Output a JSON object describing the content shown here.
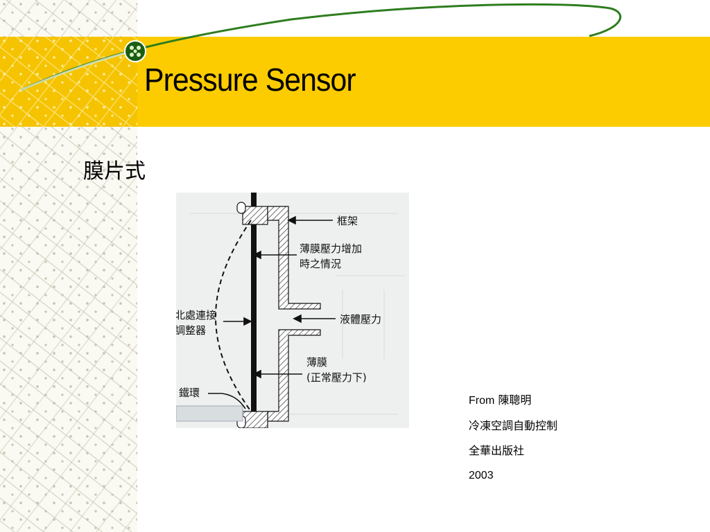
{
  "slide": {
    "title": "Pressure Sensor",
    "subtitle": "膜片式"
  },
  "diagram": {
    "labels": {
      "frame": "框架",
      "diaphragm_increase_line1": "薄膜壓力增加",
      "diaphragm_increase_line2": "時之情況",
      "liquid_pressure": "液體壓力",
      "connect_line1": "北處連接",
      "connect_line2": "調整器",
      "diaphragm_line1": "薄膜",
      "diaphragm_line2": "(正常壓力下)",
      "iron_ring": "鐵環"
    }
  },
  "credits": {
    "from_label": "From",
    "author": "陳聰明",
    "book": "冷凍空調自動控制",
    "publisher": "全華出版社",
    "year": "2003"
  },
  "colors": {
    "band": "#fccc00",
    "arc": "#2e7d1e",
    "text": "#000000"
  },
  "icons": {
    "bullet_node": "green-circle-node-icon"
  }
}
